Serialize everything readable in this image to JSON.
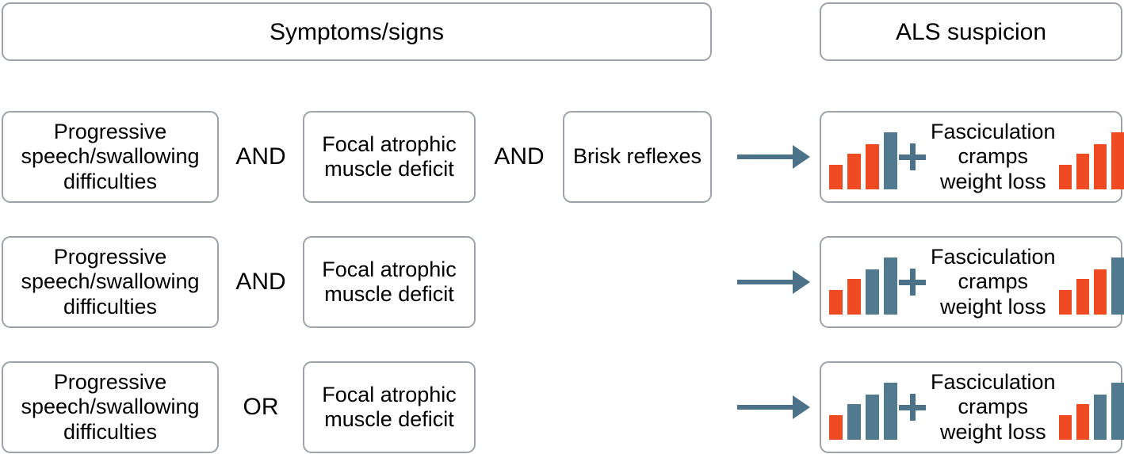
{
  "headers": {
    "symptoms": "Symptoms/signs",
    "als": "ALS suspicion"
  },
  "colors": {
    "orange": "#ee4b23",
    "blue": "#527a8e",
    "box_border": "#9da3a8",
    "arrow": "#4c7289",
    "text": "#000000",
    "background": "#ffffff"
  },
  "symptom_labels": {
    "progressive": "Progressive speech/swallowing difficulties",
    "focal": "Focal atrophic muscle deficit",
    "brisk": "Brisk reflexes"
  },
  "connectors": {
    "and": "AND",
    "or": "OR"
  },
  "result": {
    "plus": "+",
    "line1": "Fasciculation",
    "line2": "cramps",
    "line3": "weight loss"
  },
  "rows": [
    {
      "id": "row-1",
      "symptoms": [
        "Progressive speech/swallowing difficulties",
        "Focal atrophic muscle deficit",
        "Brisk reflexes"
      ],
      "connectors": [
        "AND",
        "AND"
      ],
      "result_text": [
        "Fasciculation",
        "cramps",
        "weight loss"
      ]
    },
    {
      "id": "row-2",
      "symptoms": [
        "Progressive speech/swallowing difficulties",
        "Focal atrophic muscle deficit"
      ],
      "connectors": [
        "AND"
      ],
      "result_text": [
        "Fasciculation",
        "cramps",
        "weight loss"
      ]
    },
    {
      "id": "row-3",
      "symptoms": [
        "Progressive speech/swallowing difficulties",
        "Focal atrophic muscle deficit"
      ],
      "connectors": [
        "OR"
      ],
      "result_text": [
        "Fasciculation",
        "cramps",
        "weight loss"
      ]
    }
  ],
  "chart_data": [
    {
      "id": "row-1-left",
      "type": "bar",
      "title": "",
      "categories": [
        "1",
        "2",
        "3",
        "4"
      ],
      "values": [
        38,
        55,
        70,
        88
      ],
      "bar_colors": [
        "#ee4b23",
        "#ee4b23",
        "#ee4b23",
        "#527a8e"
      ],
      "xlabel": "",
      "ylabel": "",
      "ylim": [
        0,
        100
      ],
      "grid": false,
      "legend": false
    },
    {
      "id": "row-1-right",
      "type": "bar",
      "title": "",
      "categories": [
        "1",
        "2",
        "3",
        "4"
      ],
      "values": [
        38,
        55,
        70,
        88
      ],
      "bar_colors": [
        "#ee4b23",
        "#ee4b23",
        "#ee4b23",
        "#ee4b23"
      ],
      "xlabel": "",
      "ylabel": "",
      "ylim": [
        0,
        100
      ],
      "grid": false,
      "legend": false
    },
    {
      "id": "row-2-left",
      "type": "bar",
      "title": "",
      "categories": [
        "1",
        "2",
        "3",
        "4"
      ],
      "values": [
        38,
        55,
        70,
        88
      ],
      "bar_colors": [
        "#ee4b23",
        "#ee4b23",
        "#527a8e",
        "#527a8e"
      ],
      "xlabel": "",
      "ylabel": "",
      "ylim": [
        0,
        100
      ],
      "grid": false,
      "legend": false
    },
    {
      "id": "row-2-right",
      "type": "bar",
      "title": "",
      "categories": [
        "1",
        "2",
        "3",
        "4"
      ],
      "values": [
        38,
        55,
        70,
        88
      ],
      "bar_colors": [
        "#ee4b23",
        "#ee4b23",
        "#ee4b23",
        "#527a8e"
      ],
      "xlabel": "",
      "ylabel": "",
      "ylim": [
        0,
        100
      ],
      "grid": false,
      "legend": false
    },
    {
      "id": "row-3-left",
      "type": "bar",
      "title": "",
      "categories": [
        "1",
        "2",
        "3",
        "4"
      ],
      "values": [
        38,
        55,
        70,
        88
      ],
      "bar_colors": [
        "#ee4b23",
        "#527a8e",
        "#527a8e",
        "#527a8e"
      ],
      "xlabel": "",
      "ylabel": "",
      "ylim": [
        0,
        100
      ],
      "grid": false,
      "legend": false
    },
    {
      "id": "row-3-right",
      "type": "bar",
      "title": "",
      "categories": [
        "1",
        "2",
        "3",
        "4"
      ],
      "values": [
        38,
        55,
        70,
        88
      ],
      "bar_colors": [
        "#ee4b23",
        "#ee4b23",
        "#527a8e",
        "#527a8e"
      ],
      "xlabel": "",
      "ylabel": "",
      "ylim": [
        0,
        100
      ],
      "grid": false,
      "legend": false
    }
  ]
}
